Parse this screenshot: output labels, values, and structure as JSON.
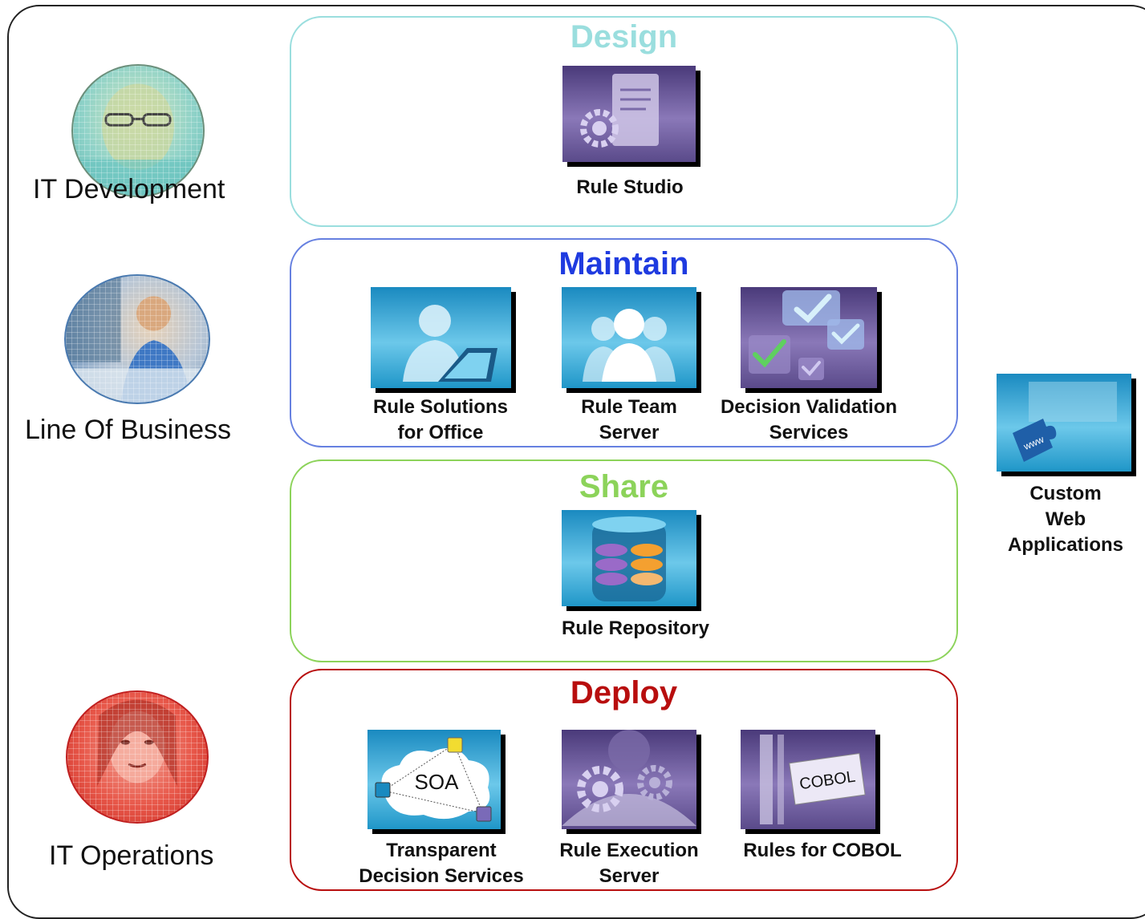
{
  "colors": {
    "design": "#9adede",
    "maintain": "#1f3be0",
    "share": "#8cd35a",
    "deploy": "#b80e0e"
  },
  "personas": [
    {
      "label": "IT Development",
      "icon": "developer-photo-icon"
    },
    {
      "label": "Line Of Business",
      "icon": "business-person-photo-icon"
    },
    {
      "label": "IT Operations",
      "icon": "operations-person-photo-icon"
    }
  ],
  "panels": {
    "design": {
      "title": "Design",
      "items": [
        {
          "label": "Rule Studio",
          "icon": "rule-studio-icon"
        }
      ]
    },
    "maintain": {
      "title": "Maintain",
      "items": [
        {
          "label1": "Rule Solutions",
          "label2": "for Office",
          "icon": "rule-solutions-office-icon"
        },
        {
          "label1": "Rule Team",
          "label2": "Server",
          "icon": "rule-team-server-icon"
        },
        {
          "label1": "Decision Validation",
          "label2": "Services",
          "icon": "decision-validation-icon"
        }
      ]
    },
    "share": {
      "title": "Share",
      "items": [
        {
          "label": "Rule Repository",
          "icon": "rule-repository-icon"
        }
      ]
    },
    "deploy": {
      "title": "Deploy",
      "items": [
        {
          "label1": "Transparent",
          "label2": "Decision Services",
          "icon": "soa-cloud-icon",
          "icon_text": "SOA"
        },
        {
          "label1": "Rule Execution",
          "label2": "Server",
          "icon": "rule-execution-server-icon"
        },
        {
          "label1": "Rules for COBOL",
          "icon": "cobol-icon",
          "icon_text": "COBOL"
        }
      ]
    }
  },
  "custom_web": {
    "label1": "Custom",
    "label2": "Web",
    "label3": "Applications",
    "icon": "www-puzzle-icon",
    "icon_text": "www"
  }
}
